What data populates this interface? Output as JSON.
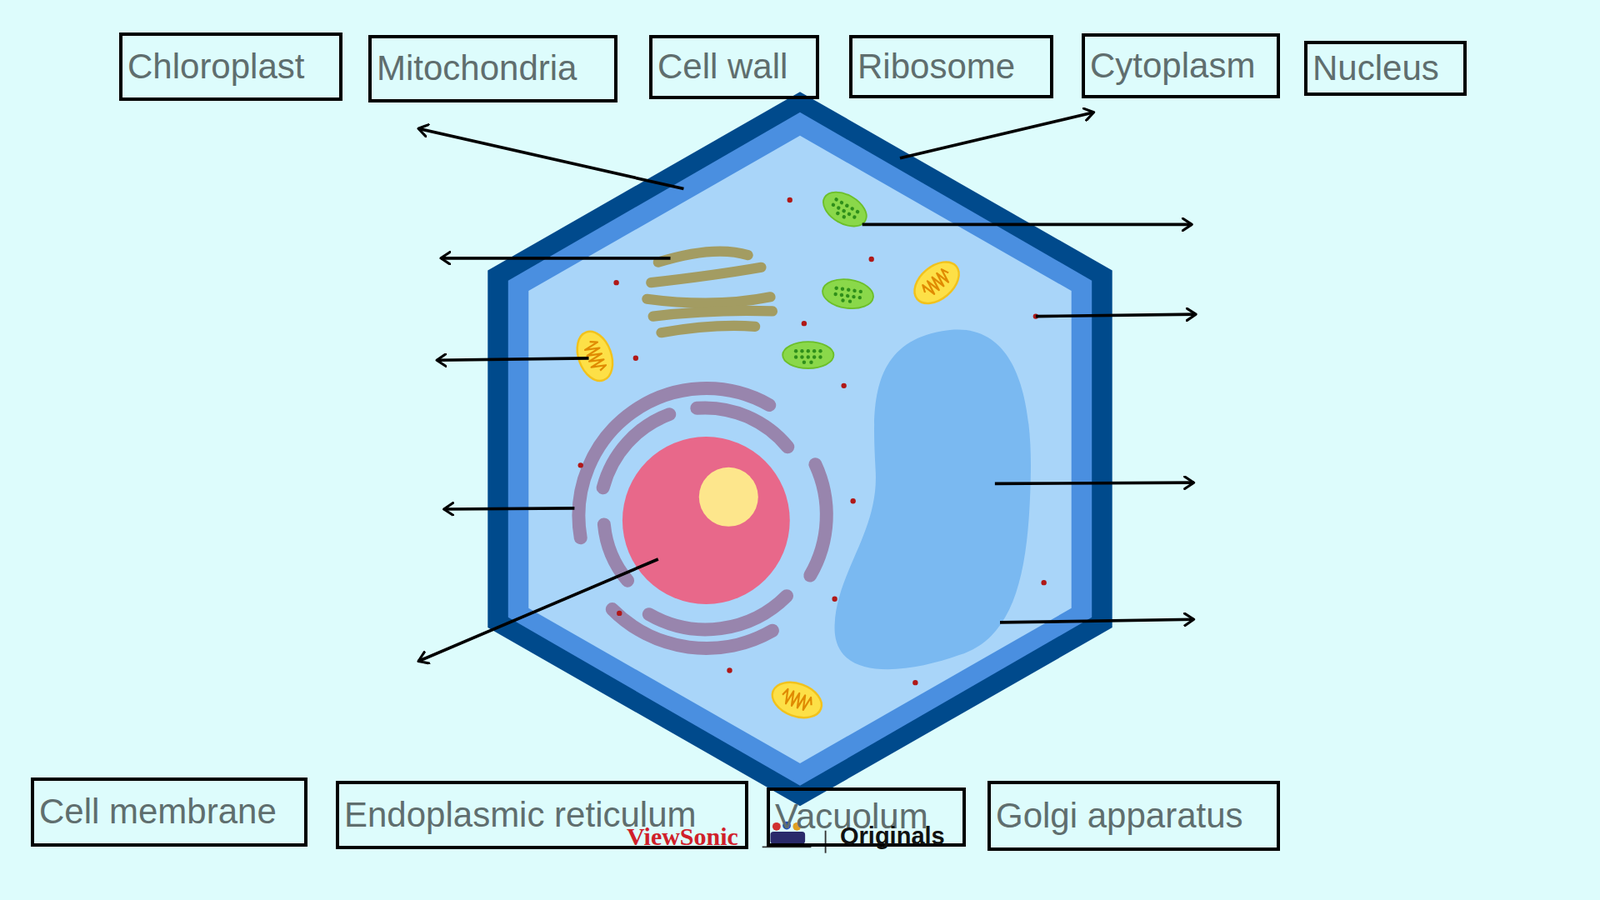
{
  "diagram": {
    "nodes": [
      {
        "text": [
          "Chloroplast"
        ]
      },
      {
        "text": [
          "Mitochondria"
        ]
      },
      {
        "text": [
          "Cell wall"
        ]
      },
      {
        "text": [
          "Ribosome"
        ]
      },
      {
        "text": [
          "Cytoplasm"
        ]
      },
      {
        "text": [
          "Nucleus"
        ]
      },
      {
        "text": [
          "Cell membrane"
        ]
      },
      {
        "text": [
          "Endoplasmic reticulum"
        ]
      },
      {
        "text": [
          "Vacuolum"
        ]
      },
      {
        "text": [
          "Golgi apparatus"
        ]
      }
    ],
    "edges": [],
    "labels": [
      "ViewSonic",
      "Originals"
    ]
  }
}
